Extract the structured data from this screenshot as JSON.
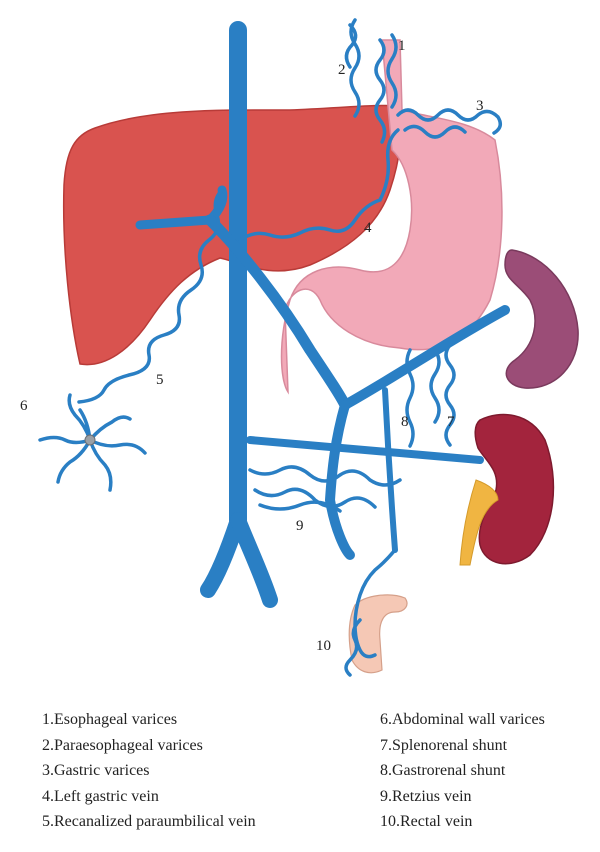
{
  "colors": {
    "vein": "#2a7fc4",
    "liver": "#d9534f",
    "stomach": "#f2a9b8",
    "spleen": "#9b4d77",
    "kidney": "#a3243d",
    "ureter": "#f0b542",
    "rectum": "#f5c8b5"
  },
  "markers": [
    "1",
    "2",
    "3",
    "4",
    "5",
    "6",
    "7",
    "8",
    "9",
    "10"
  ],
  "legend": {
    "left": [
      "1.Esophageal varices",
      "2.Paraesophageal varices",
      "3.Gastric varices",
      "4.Left gastric vein",
      "5.Recanalized paraumbilical vein"
    ],
    "right": [
      "6.Abdominal wall varices",
      "7.Splenorenal shunt",
      "8.Gastrorenal shunt",
      "9.Retzius vein",
      "10.Rectal vein"
    ]
  }
}
